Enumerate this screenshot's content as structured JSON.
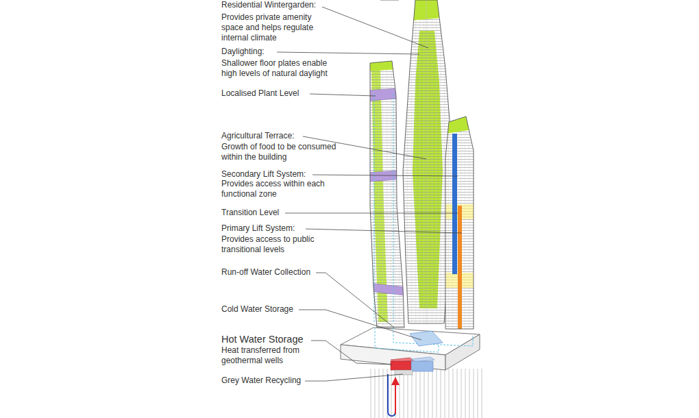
{
  "diagram": {
    "labels": [
      "Residential Wintergarden:",
      "Provides private amenity space and helps regulate internal climate",
      "Daylighting:",
      "Shallower floor plates enable high levels of natural daylight",
      "Localised Plant Level",
      "Agricultural Terrace:",
      "Growth of food to be consumed within the building",
      "Secondary Lift System:",
      "Provides access within each functional zone",
      "Transition Level",
      "Primary Lift System:",
      "Provides access to public transitional levels",
      "Run-off Water Collection",
      "Cold Water Storage",
      "Hot Water Storage",
      "Heat transferred from geothermal wells",
      "Grey Water Recycling"
    ]
  }
}
